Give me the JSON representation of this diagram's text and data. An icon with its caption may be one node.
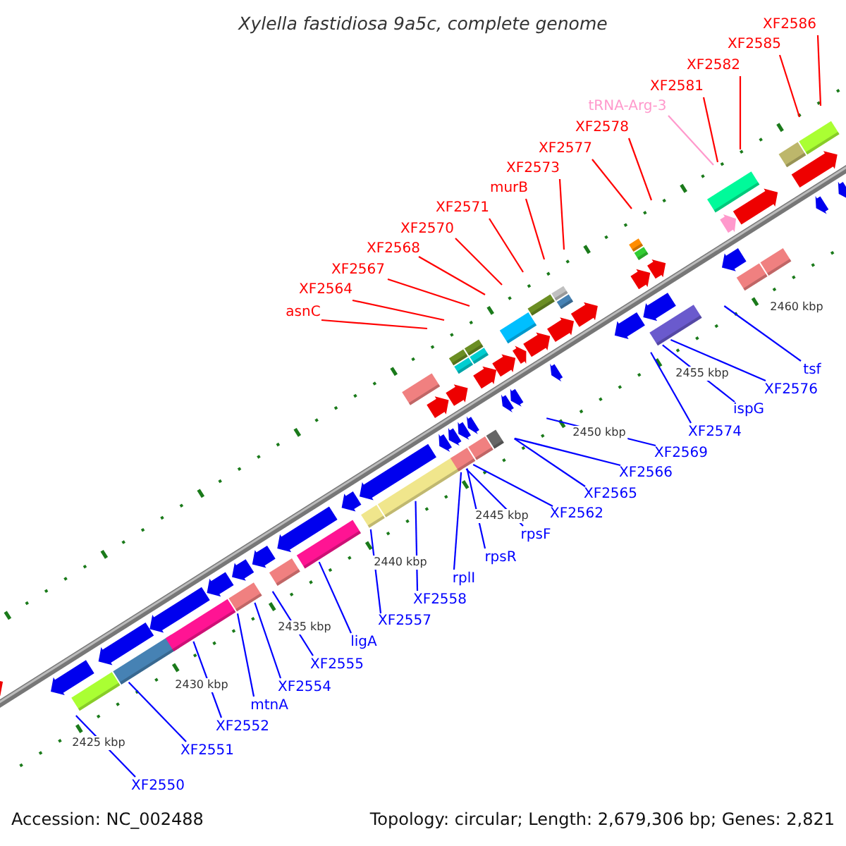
{
  "diagram": {
    "title": "Xylella fastidiosa 9a5c, complete genome",
    "nodes": [
      {
        "text": [
          "XF2586"
        ]
      },
      {
        "text": [
          "XF2585"
        ]
      },
      {
        "text": [
          "XF2582"
        ]
      },
      {
        "text": [
          "XF2581"
        ]
      },
      {
        "text": [
          "tRNA-Arg-3"
        ]
      },
      {
        "text": [
          "XF2578"
        ]
      },
      {
        "text": [
          "XF2577"
        ]
      },
      {
        "text": [
          "XF2573"
        ]
      },
      {
        "text": [
          "murB"
        ]
      },
      {
        "text": [
          "XF2571"
        ]
      },
      {
        "text": [
          "XF2570"
        ]
      },
      {
        "text": [
          "XF2568"
        ]
      },
      {
        "text": [
          "XF2567"
        ]
      },
      {
        "text": [
          "XF2564"
        ]
      },
      {
        "text": [
          "asnC"
        ]
      },
      {
        "text": [
          "tsf"
        ]
      },
      {
        "text": [
          "XF2576"
        ]
      },
      {
        "text": [
          "ispG"
        ]
      },
      {
        "text": [
          "XF2574"
        ]
      },
      {
        "text": [
          "XF2569"
        ]
      },
      {
        "text": [
          "XF2566"
        ]
      },
      {
        "text": [
          "XF2565"
        ]
      },
      {
        "text": [
          "XF2562"
        ]
      },
      {
        "text": [
          "rpsF"
        ]
      },
      {
        "text": [
          "rpsR"
        ]
      },
      {
        "text": [
          "rplI"
        ]
      },
      {
        "text": [
          "XF2558"
        ]
      },
      {
        "text": [
          "XF2557"
        ]
      },
      {
        "text": [
          "ligA"
        ]
      },
      {
        "text": [
          "XF2555"
        ]
      },
      {
        "text": [
          "XF2554"
        ]
      },
      {
        "text": [
          "mtnA"
        ]
      },
      {
        "text": [
          "XF2552"
        ]
      },
      {
        "text": [
          "XF2551"
        ]
      },
      {
        "text": [
          "XF2550"
        ]
      }
    ],
    "edges": [
      {
        "from": 0,
        "to": null,
        "arrow": "none",
        "color": "#ff0000"
      },
      {
        "from": 1,
        "to": null,
        "arrow": "none",
        "color": "#ff0000"
      },
      {
        "from": 2,
        "to": null,
        "arrow": "none",
        "color": "#ff0000"
      },
      {
        "from": 3,
        "to": null,
        "arrow": "none",
        "color": "#ff0000"
      },
      {
        "from": 4,
        "to": null,
        "arrow": "none",
        "color": "#ff99cc"
      },
      {
        "from": 5,
        "to": null,
        "arrow": "none",
        "color": "#ff0000"
      },
      {
        "from": 6,
        "to": null,
        "arrow": "none",
        "color": "#ff0000"
      },
      {
        "from": 7,
        "to": null,
        "arrow": "none",
        "color": "#ff0000"
      },
      {
        "from": 8,
        "to": null,
        "arrow": "none",
        "color": "#ff0000"
      },
      {
        "from": 9,
        "to": null,
        "arrow": "none",
        "color": "#ff0000"
      },
      {
        "from": 10,
        "to": null,
        "arrow": "none",
        "color": "#ff0000"
      },
      {
        "from": 11,
        "to": null,
        "arrow": "none",
        "color": "#ff0000"
      },
      {
        "from": 12,
        "to": null,
        "arrow": "none",
        "color": "#ff0000"
      },
      {
        "from": 13,
        "to": null,
        "arrow": "none",
        "color": "#ff0000"
      },
      {
        "from": 14,
        "to": null,
        "arrow": "none",
        "color": "#ff0000"
      },
      {
        "from": 15,
        "to": null,
        "arrow": "none"
      },
      {
        "from": 16,
        "to": null,
        "arrow": "none"
      },
      {
        "from": 17,
        "to": null,
        "arrow": "none"
      },
      {
        "from": 18,
        "to": null,
        "arrow": "none"
      },
      {
        "from": 19,
        "to": null,
        "arrow": "none"
      },
      {
        "from": 20,
        "to": null,
        "arrow": "none"
      },
      {
        "from": 21,
        "to": null,
        "arrow": "none"
      },
      {
        "from": 22,
        "to": null,
        "arrow": "none"
      },
      {
        "from": 23,
        "to": null,
        "arrow": "none"
      },
      {
        "from": 24,
        "to": null,
        "arrow": "none"
      },
      {
        "from": 25,
        "to": null,
        "arrow": "none"
      },
      {
        "from": 26,
        "to": null,
        "arrow": "none"
      },
      {
        "from": 27,
        "to": null,
        "arrow": "none"
      },
      {
        "from": 28,
        "to": null,
        "arrow": "none"
      },
      {
        "from": 29,
        "to": null,
        "arrow": "none"
      },
      {
        "from": 30,
        "to": null,
        "arrow": "none"
      },
      {
        "from": 31,
        "to": null,
        "arrow": "none"
      },
      {
        "from": 32,
        "to": null,
        "arrow": "none"
      },
      {
        "from": 33,
        "to": null,
        "arrow": "none"
      },
      {
        "from": 34,
        "to": null,
        "arrow": "none"
      }
    ],
    "labels": [
      "2460 kbp",
      "2455 kbp",
      "2450 kbp",
      "2445 kbp",
      "2440 kbp",
      "2435 kbp",
      "2430 kbp",
      "2425 kbp",
      "Accession: NC_002488",
      "Topology: circular; Length: 2,679,306 bp; Genes: 2,821"
    ]
  }
}
